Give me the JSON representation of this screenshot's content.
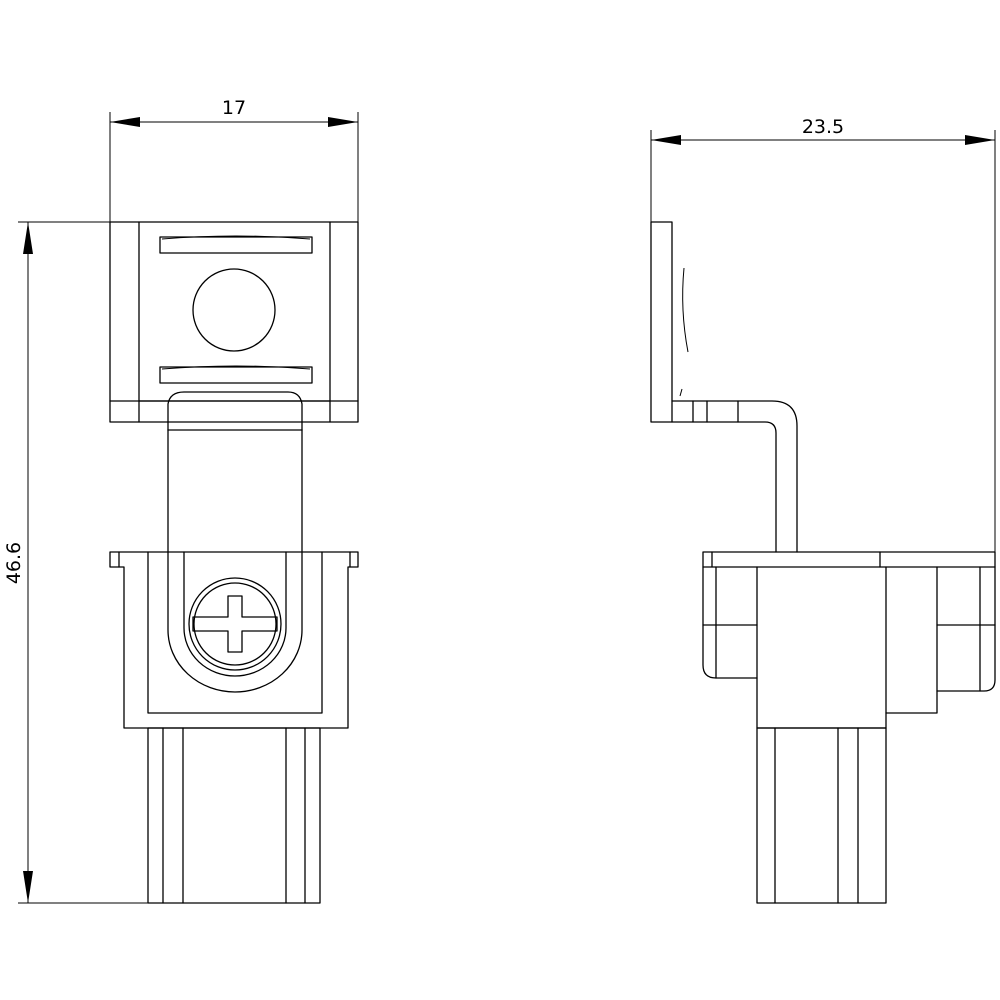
{
  "drawing": {
    "line_color": "#000000",
    "background": "#ffffff",
    "dimensions": {
      "front_width": "17",
      "side_width": "23.5",
      "total_height": "46.6"
    }
  }
}
